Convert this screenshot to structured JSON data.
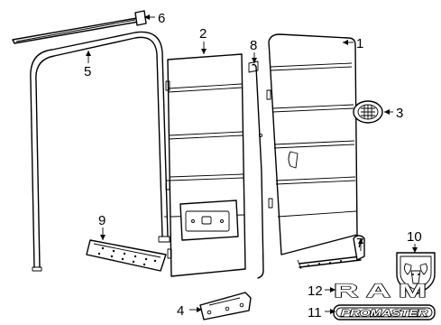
{
  "callouts": [
    {
      "id": "1",
      "label": "1"
    },
    {
      "id": "2",
      "label": "2"
    },
    {
      "id": "3",
      "label": "3"
    },
    {
      "id": "4",
      "label": "4"
    },
    {
      "id": "5",
      "label": "5"
    },
    {
      "id": "6",
      "label": "6"
    },
    {
      "id": "7",
      "label": "7"
    },
    {
      "id": "8",
      "label": "8"
    },
    {
      "id": "9",
      "label": "9"
    },
    {
      "id": "10",
      "label": "10"
    },
    {
      "id": "11",
      "label": "11"
    },
    {
      "id": "12",
      "label": "12"
    }
  ],
  "badges": {
    "ram": "RAM",
    "promaster": "PROMASTER"
  }
}
